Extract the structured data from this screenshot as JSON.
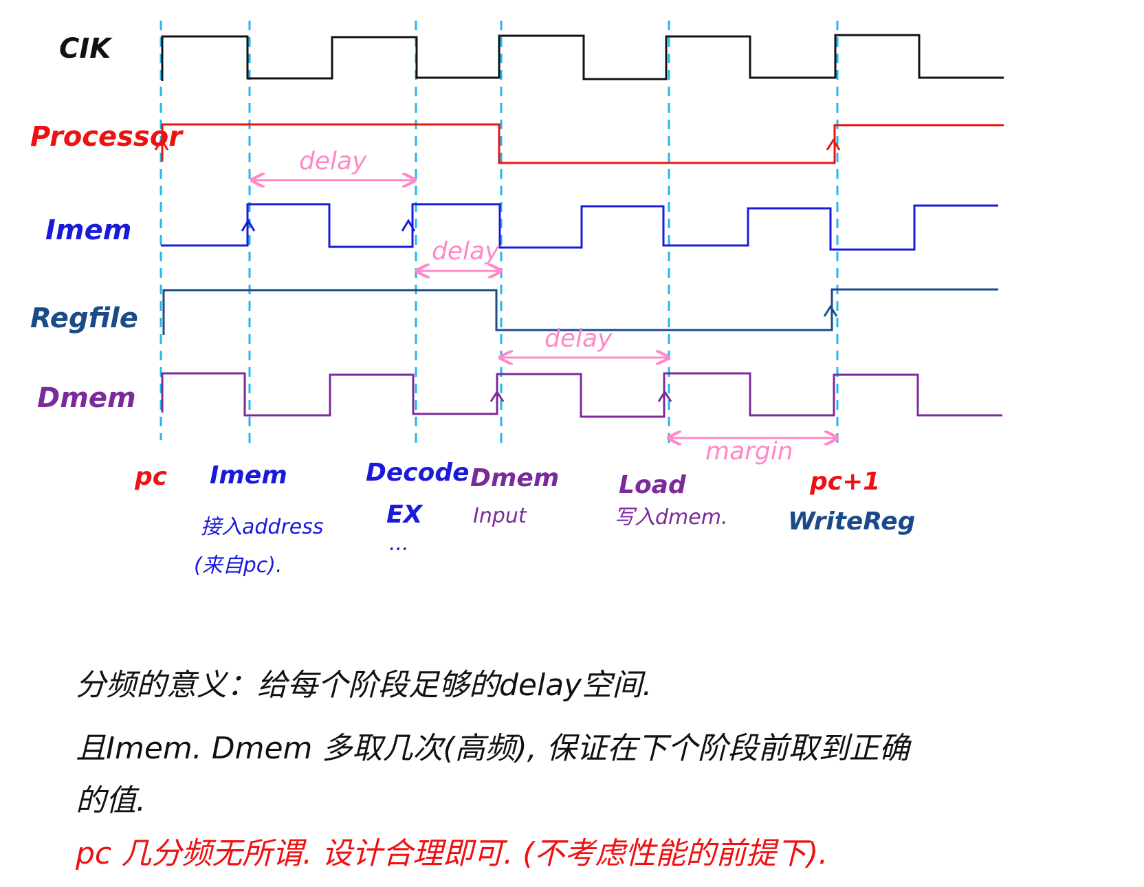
{
  "colors": {
    "clk": "#111111",
    "processor": "#ee1111",
    "imem": "#1a1adc",
    "regfile": "#1a4a8a",
    "dmem": "#7a2a9a",
    "delay": "#ff88c8",
    "guide": "#22b8e8",
    "note": "#111111",
    "note_red": "#ee1111"
  },
  "signals": [
    {
      "key": "clk",
      "label": "CIK"
    },
    {
      "key": "processor",
      "label": "Processor"
    },
    {
      "key": "imem",
      "label": "Imem"
    },
    {
      "key": "regfile",
      "label": "Regfile"
    },
    {
      "key": "dmem",
      "label": "Dmem"
    }
  ],
  "delay_labels": [
    "delay",
    "delay",
    "delay"
  ],
  "margin_label": "margin",
  "phases": [
    {
      "title": "pc",
      "notes": []
    },
    {
      "title": "Imem",
      "notes": [
        "接入address",
        "(来自pc)."
      ]
    },
    {
      "title": "Decode",
      "notes": [
        "EX",
        "..."
      ]
    },
    {
      "title": "Dmem",
      "notes": [
        "Input"
      ]
    },
    {
      "title": "Load",
      "notes": [
        "写入dmem."
      ]
    },
    {
      "title": "pc+1",
      "notes": [
        "WriteReg"
      ]
    }
  ],
  "notes": {
    "line1": "分频的意义：给每个阶段足够的delay空间.",
    "line2": "且Imem. Dmem 多取几次(高频), 保证在下个阶段前取到正确",
    "line3": "的值.",
    "line4": "pc 几分频无所谓. 设计合理即可. (不考虑性能的前提下)."
  }
}
